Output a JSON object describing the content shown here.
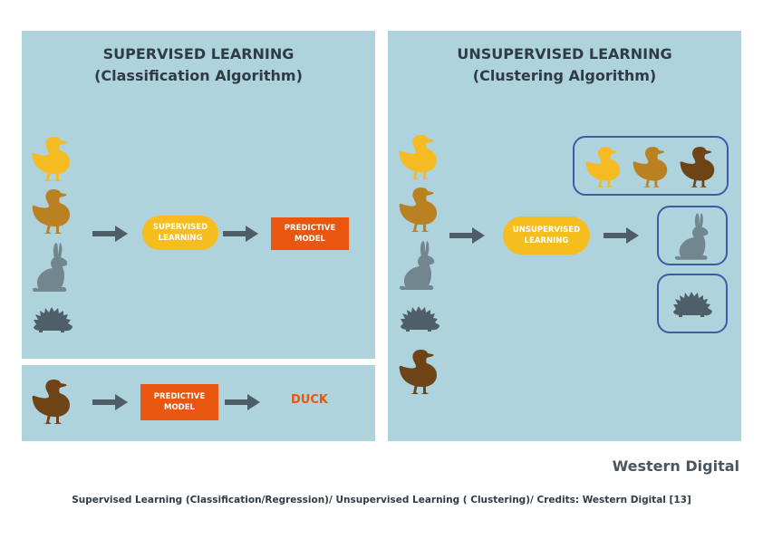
{
  "supervised": {
    "title_line1": "SUPERVISED LEARNING",
    "title_line2": "(Classification Algorithm)",
    "process_label": "SUPERVISED\nLEARNING",
    "model_label": "PREDICTIVE\nMODEL"
  },
  "prediction": {
    "model_label": "PREDICTIVE\nMODEL",
    "output_label": "DUCK"
  },
  "unsupervised": {
    "title_line1": "UNSUPERVISED LEARNING",
    "title_line2": "(Clustering Algorithm)",
    "process_label": "UNSUPERVISED\nLEARNING"
  },
  "brand": "Western Digital",
  "caption": "Supervised Learning (Classification/Regression)/ Unsupervised Learning ( Clustering)/ Credits: Western Digital [13]",
  "colors": {
    "panel": "#aed3dc",
    "duck_yellow": "#f4bb23",
    "duck_ochre": "#b98121",
    "duck_brown": "#6e4417",
    "rabbit": "#72868f",
    "hedgehog": "#4f5f69",
    "arrow": "#4f5d68",
    "pill": "#f5be1e",
    "model_box": "#e8560f",
    "cluster_border": "#3e5ba6"
  }
}
